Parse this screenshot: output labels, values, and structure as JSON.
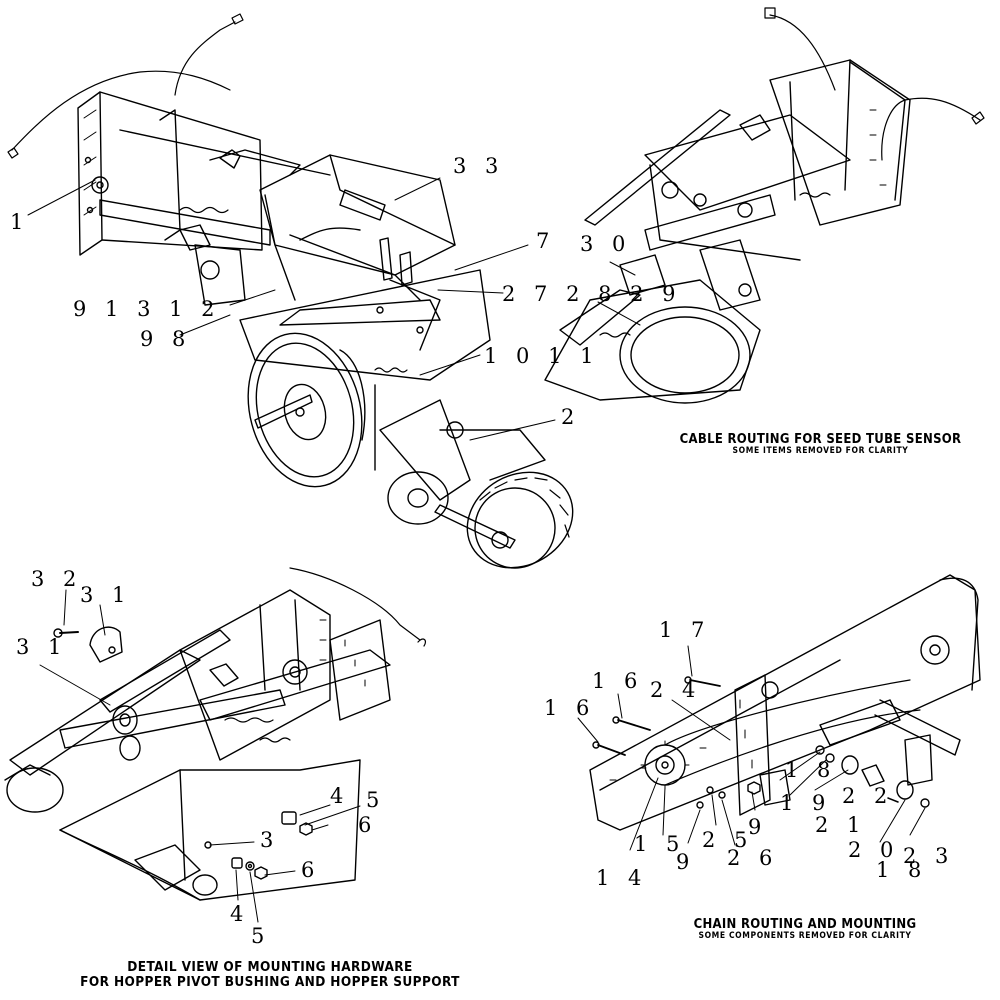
{
  "callouts": {
    "c1": "1",
    "c33": "3 3",
    "c7": "7",
    "c30": "3 0",
    "c91312": "9 1 3 1 2",
    "c27289": "2 7 2 8 2 9",
    "c98": "9 8",
    "c1011": "1 0 1 1",
    "c2": "2",
    "c32": "3 2",
    "c31a": "3 1",
    "c31b": "3 1",
    "c17": "1 7",
    "c16a": "1 6",
    "c16b": "1 6",
    "c24": "2 4",
    "c4a": "4",
    "c5a": "5",
    "c6a": "6",
    "c3": "3",
    "c6b": "6",
    "c4b": "4",
    "c5b": "5",
    "c18a": "1 8",
    "c19": "1 9",
    "c22a": "2 2",
    "c9a": "9",
    "c21": "2 1",
    "c25": "2 5",
    "c26": "2 6",
    "c20": "2 0",
    "c23": "2 3",
    "c18b": "1 8",
    "c15": "1 5",
    "c9b": "9",
    "c14": "1 4"
  },
  "captions": {
    "cable_title": "CABLE ROUTING FOR SEED TUBE SENSOR",
    "cable_sub": "SOME ITEMS REMOVED FOR CLARITY",
    "chain_title": "CHAIN ROUTING AND MOUNTING",
    "chain_sub": "SOME COMPONENTS REMOVED FOR CLARITY",
    "detail_line1": "DETAIL VIEW OF MOUNTING HARDWARE",
    "detail_line2": "FOR HOPPER PIVOT BUSHING AND HOPPER SUPPORT"
  }
}
